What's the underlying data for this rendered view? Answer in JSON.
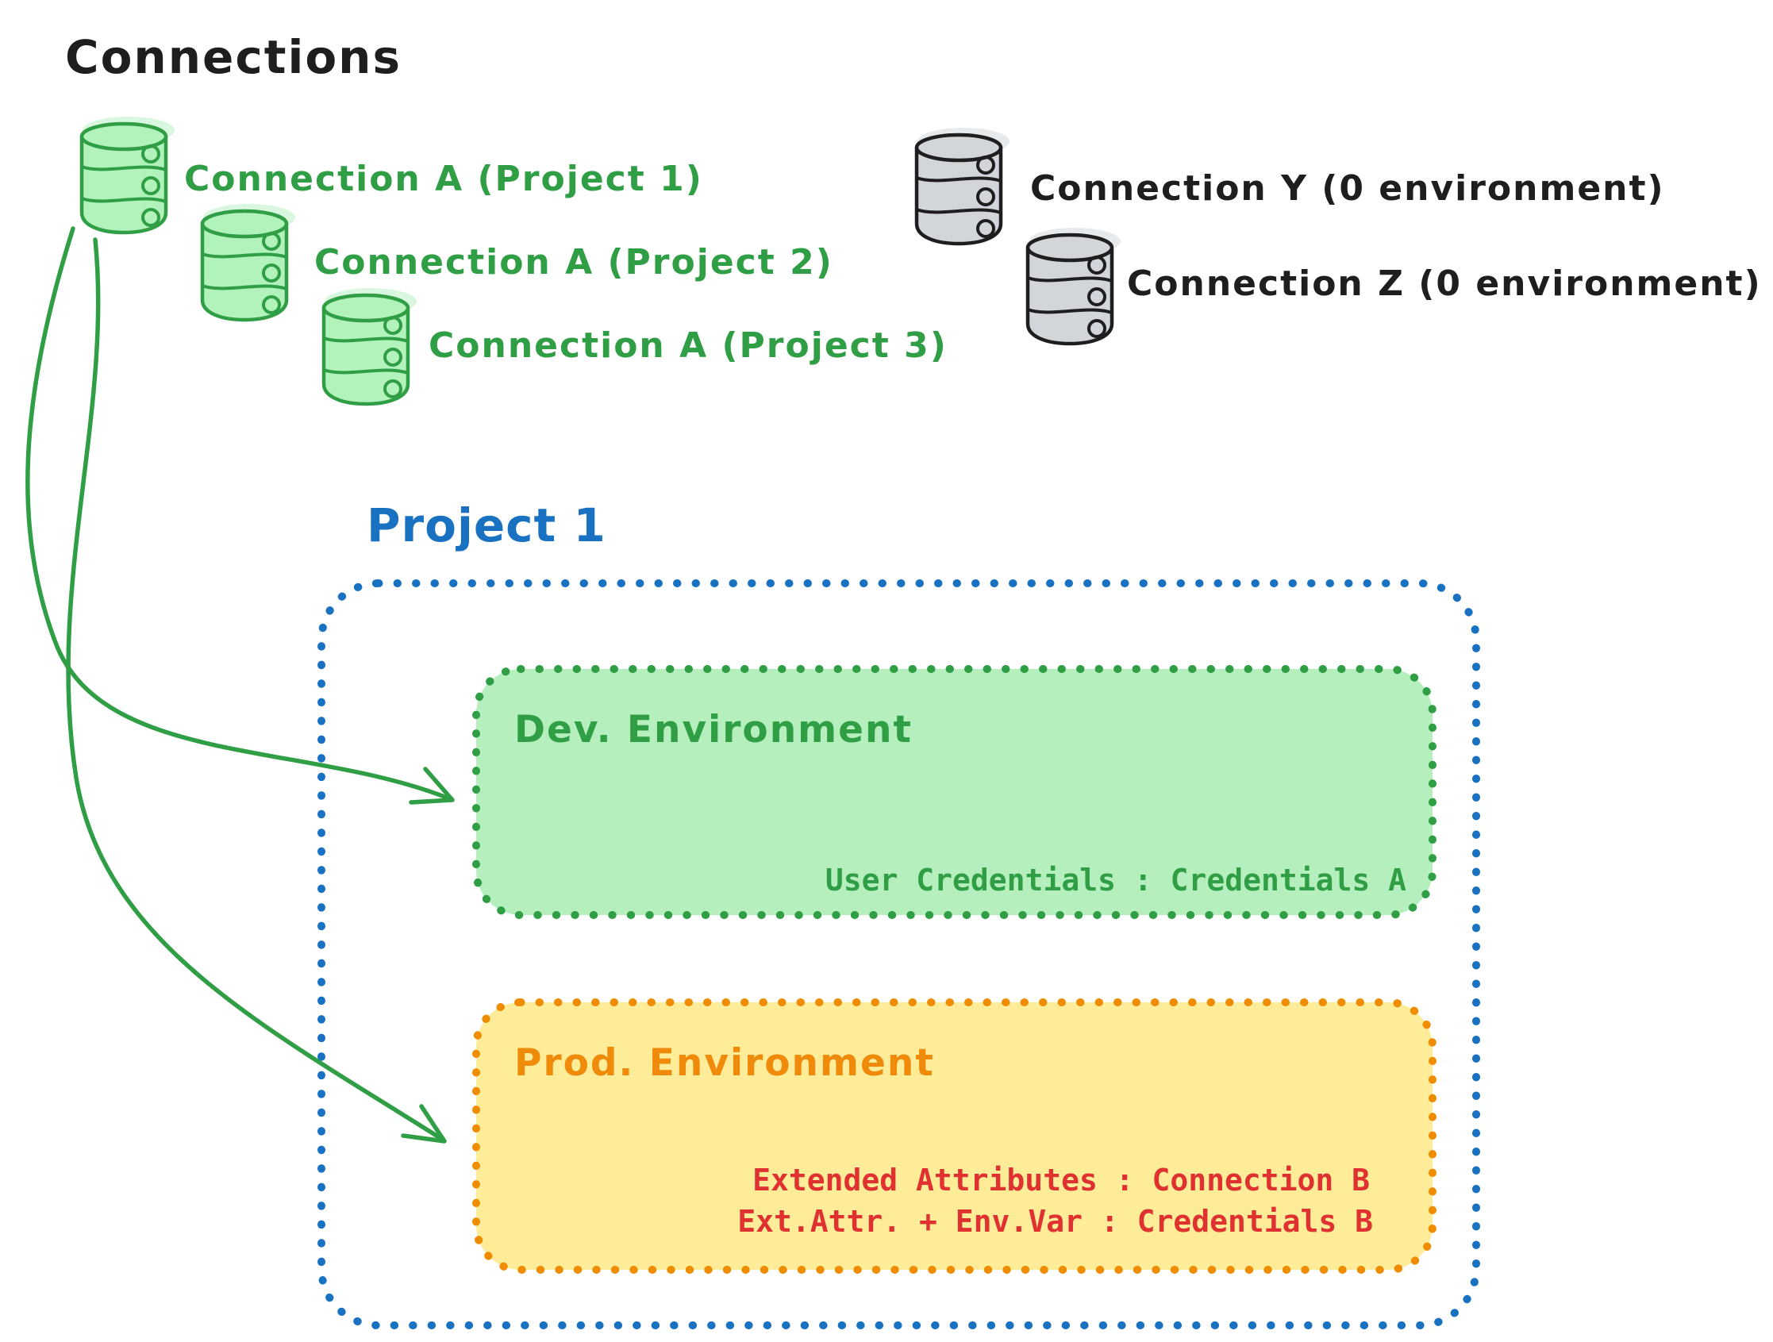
{
  "diagram_title": "Connections",
  "connections_green": [
    {
      "label": "Connection A (Project 1)",
      "icon": "database-icon",
      "color": "#2f9e44"
    },
    {
      "label": "Connection A (Project 2)",
      "icon": "database-icon",
      "color": "#2f9e44"
    },
    {
      "label": "Connection A (Project 3)",
      "icon": "database-icon",
      "color": "#2f9e44"
    }
  ],
  "connections_gray": [
    {
      "label": "Connection Y (0 environment)",
      "icon": "database-icon",
      "color": "#1e1e1e"
    },
    {
      "label": "Connection Z (0 environment)",
      "icon": "database-icon",
      "color": "#1e1e1e"
    }
  ],
  "project": {
    "title": "Project 1",
    "border_color": "#1971c2",
    "dev_environment": {
      "title": "Dev. Environment",
      "fill": "#b6efbe",
      "border_color": "#2f9e44",
      "credential_line": "User Credentials : Credentials A"
    },
    "prod_environment": {
      "title": "Prod. Environment",
      "fill": "#ffec99",
      "border_color": "#f08c00",
      "line1": "Extended Attributes : Connection B",
      "line2": "Ext.Attr. + Env.Var : Credentials B",
      "text_color": "#e03131"
    }
  },
  "arrows": [
    {
      "name": "connection-a-to-dev-environment",
      "color": "#2f9e44"
    },
    {
      "name": "connection-a-to-prod-environment",
      "color": "#2f9e44"
    }
  ]
}
